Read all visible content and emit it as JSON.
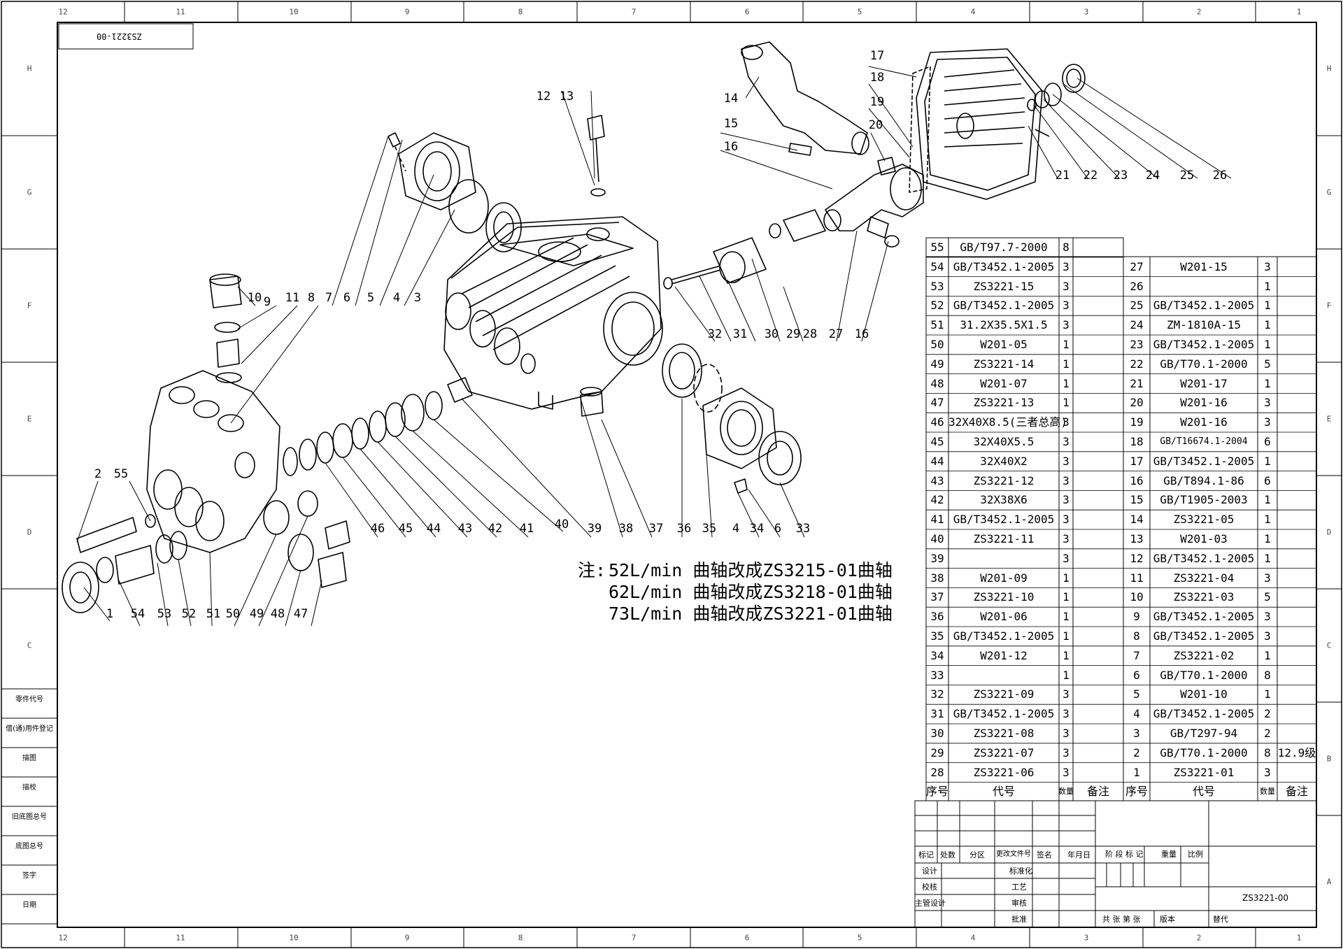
{
  "drawing": {
    "code_stamp": "ZS3221-00",
    "zone_numbers": [
      "12",
      "11",
      "10",
      "9",
      "8",
      "7",
      "6",
      "5",
      "4",
      "3",
      "2",
      "1"
    ],
    "zone_letters": [
      "H",
      "G",
      "F",
      "E",
      "D",
      "C",
      "B",
      "A"
    ]
  },
  "balloons": {
    "b1": "1",
    "b2": "2",
    "b3": "3",
    "b4": "4",
    "b5": "5",
    "b6": "6",
    "b7": "7",
    "b8": "8",
    "b9": "9",
    "b10": "10",
    "b11": "11",
    "b12": "12",
    "b13": "13",
    "b14": "14",
    "b15": "15",
    "b16": "16",
    "b17": "17",
    "b18": "18",
    "b19": "19",
    "b20": "20",
    "b21": "21",
    "b22": "22",
    "b23": "23",
    "b24": "24",
    "b25": "25",
    "b26": "26",
    "b27": "27",
    "b28": "28",
    "b29": "29",
    "b30": "30",
    "b31": "31",
    "b32": "32",
    "b33": "33",
    "b34": "34",
    "b35": "35",
    "b36": "36",
    "b37": "37",
    "b38": "38",
    "b39": "39",
    "b40": "40",
    "b41": "41",
    "b42": "42",
    "b43": "43",
    "b44": "44",
    "b45": "45",
    "b46": "46",
    "b47": "47",
    "b48": "48",
    "b49": "49",
    "b50": "50",
    "b51": "51",
    "b52": "52",
    "b53": "53",
    "b54": "54",
    "b55": "55",
    "b4b": "4",
    "b6b": "6",
    "b16b": "16"
  },
  "note": {
    "prefix": "注:",
    "lines": [
      "52L/min 曲轴改成ZS3215-01曲轴",
      "62L/min 曲轴改成ZS3218-01曲轴",
      "73L/min 曲轴改成ZS3221-01曲轴"
    ]
  },
  "bom": {
    "header": {
      "no": "序号",
      "code": "代号",
      "qty": "数量",
      "remark": "备注"
    },
    "left_top": [
      {
        "no": "55",
        "code": "GB/T97.7-2000",
        "qty": "8",
        "remark": ""
      }
    ],
    "left": [
      {
        "no": "54",
        "code": "GB/T3452.1-2005",
        "qty": "3",
        "remark": ""
      },
      {
        "no": "53",
        "code": "ZS3221-15",
        "qty": "3",
        "remark": ""
      },
      {
        "no": "52",
        "code": "GB/T3452.1-2005",
        "qty": "3",
        "remark": ""
      },
      {
        "no": "51",
        "code": "31.2X35.5X1.5",
        "qty": "3",
        "remark": ""
      },
      {
        "no": "50",
        "code": "W201-05",
        "qty": "1",
        "remark": ""
      },
      {
        "no": "49",
        "code": "ZS3221-14",
        "qty": "1",
        "remark": ""
      },
      {
        "no": "48",
        "code": "W201-07",
        "qty": "1",
        "remark": ""
      },
      {
        "no": "47",
        "code": "ZS3221-13",
        "qty": "1",
        "remark": ""
      },
      {
        "no": "46",
        "code": "32X40X8.5(三者总高)",
        "qty": "3",
        "remark": ""
      },
      {
        "no": "45",
        "code": "32X40X5.5",
        "qty": "3",
        "remark": ""
      },
      {
        "no": "44",
        "code": "32X40X2",
        "qty": "3",
        "remark": ""
      },
      {
        "no": "43",
        "code": "ZS3221-12",
        "qty": "3",
        "remark": ""
      },
      {
        "no": "42",
        "code": "32X38X6",
        "qty": "3",
        "remark": ""
      },
      {
        "no": "41",
        "code": "GB/T3452.1-2005",
        "qty": "3",
        "remark": ""
      },
      {
        "no": "40",
        "code": "ZS3221-11",
        "qty": "3",
        "remark": ""
      },
      {
        "no": "39",
        "code": "",
        "qty": "3",
        "remark": ""
      },
      {
        "no": "38",
        "code": "W201-09",
        "qty": "1",
        "remark": ""
      },
      {
        "no": "37",
        "code": "ZS3221-10",
        "qty": "1",
        "remark": ""
      },
      {
        "no": "36",
        "code": "W201-06",
        "qty": "1",
        "remark": ""
      },
      {
        "no": "35",
        "code": "GB/T3452.1-2005",
        "qty": "1",
        "remark": ""
      },
      {
        "no": "34",
        "code": "W201-12",
        "qty": "1",
        "remark": ""
      },
      {
        "no": "33",
        "code": "",
        "qty": "1",
        "remark": ""
      },
      {
        "no": "32",
        "code": "ZS3221-09",
        "qty": "3",
        "remark": ""
      },
      {
        "no": "31",
        "code": "GB/T3452.1-2005",
        "qty": "3",
        "remark": ""
      },
      {
        "no": "30",
        "code": "ZS3221-08",
        "qty": "3",
        "remark": ""
      },
      {
        "no": "29",
        "code": "ZS3221-07",
        "qty": "3",
        "remark": ""
      },
      {
        "no": "28",
        "code": "ZS3221-06",
        "qty": "3",
        "remark": ""
      }
    ],
    "right": [
      {
        "no": "27",
        "code": "W201-15",
        "qty": "3",
        "remark": ""
      },
      {
        "no": "26",
        "code": "",
        "qty": "1",
        "remark": ""
      },
      {
        "no": "25",
        "code": "GB/T3452.1-2005",
        "qty": "1",
        "remark": ""
      },
      {
        "no": "24",
        "code": "ZM-1810A-15",
        "qty": "1",
        "remark": ""
      },
      {
        "no": "23",
        "code": "GB/T3452.1-2005",
        "qty": "1",
        "remark": ""
      },
      {
        "no": "22",
        "code": "GB/T70.1-2000",
        "qty": "5",
        "remark": ""
      },
      {
        "no": "21",
        "code": "W201-17",
        "qty": "1",
        "remark": ""
      },
      {
        "no": "20",
        "code": "W201-16",
        "qty": "3",
        "remark": ""
      },
      {
        "no": "19",
        "code": "W201-16",
        "qty": "3",
        "remark": ""
      },
      {
        "no": "18",
        "code": "GB/T16674.1-2004",
        "qty": "6",
        "remark": ""
      },
      {
        "no": "17",
        "code": "GB/T3452.1-2005",
        "qty": "1",
        "remark": ""
      },
      {
        "no": "16",
        "code": "GB/T894.1-86",
        "qty": "6",
        "remark": ""
      },
      {
        "no": "15",
        "code": "GB/T1905-2003",
        "qty": "1",
        "remark": ""
      },
      {
        "no": "14",
        "code": "ZS3221-05",
        "qty": "1",
        "remark": ""
      },
      {
        "no": "13",
        "code": "W201-03",
        "qty": "1",
        "remark": ""
      },
      {
        "no": "12",
        "code": "GB/T3452.1-2005",
        "qty": "1",
        "remark": ""
      },
      {
        "no": "11",
        "code": "ZS3221-04",
        "qty": "3",
        "remark": ""
      },
      {
        "no": "10",
        "code": "ZS3221-03",
        "qty": "5",
        "remark": ""
      },
      {
        "no": "9",
        "code": "GB/T3452.1-2005",
        "qty": "3",
        "remark": ""
      },
      {
        "no": "8",
        "code": "GB/T3452.1-2005",
        "qty": "3",
        "remark": ""
      },
      {
        "no": "7",
        "code": "ZS3221-02",
        "qty": "1",
        "remark": ""
      },
      {
        "no": "6",
        "code": "GB/T70.1-2000",
        "qty": "8",
        "remark": ""
      },
      {
        "no": "5",
        "code": "W201-10",
        "qty": "1",
        "remark": ""
      },
      {
        "no": "4",
        "code": "GB/T3452.1-2005",
        "qty": "2",
        "remark": ""
      },
      {
        "no": "3",
        "code": "GB/T297-94",
        "qty": "2",
        "remark": ""
      },
      {
        "no": "2",
        "code": "GB/T70.1-2000",
        "qty": "8",
        "remark": "12.9级"
      },
      {
        "no": "1",
        "code": "ZS3221-01",
        "qty": "3",
        "remark": ""
      }
    ]
  },
  "side_panel": [
    "零件代号",
    "借(通)用件登记",
    "描图",
    "描校",
    "旧底图总号",
    "底图总号",
    "签字",
    "日期"
  ],
  "title_block": {
    "h_mark": "标记",
    "h_count": "处数",
    "h_zone": "分区",
    "h_doc": "更改文件号",
    "h_sign": "签名",
    "h_date": "年月日",
    "design": "设计",
    "check": "校核",
    "chief": "主管设计",
    "std": "标准化",
    "process": "工艺",
    "review": "审核",
    "approve": "批准",
    "stage": "阶 段 标 记",
    "weight": "重量",
    "scale": "比例",
    "drawing_no": "ZS3221-00",
    "sheets": "共  张  第  张",
    "version": "版本",
    "replace": "替代"
  }
}
